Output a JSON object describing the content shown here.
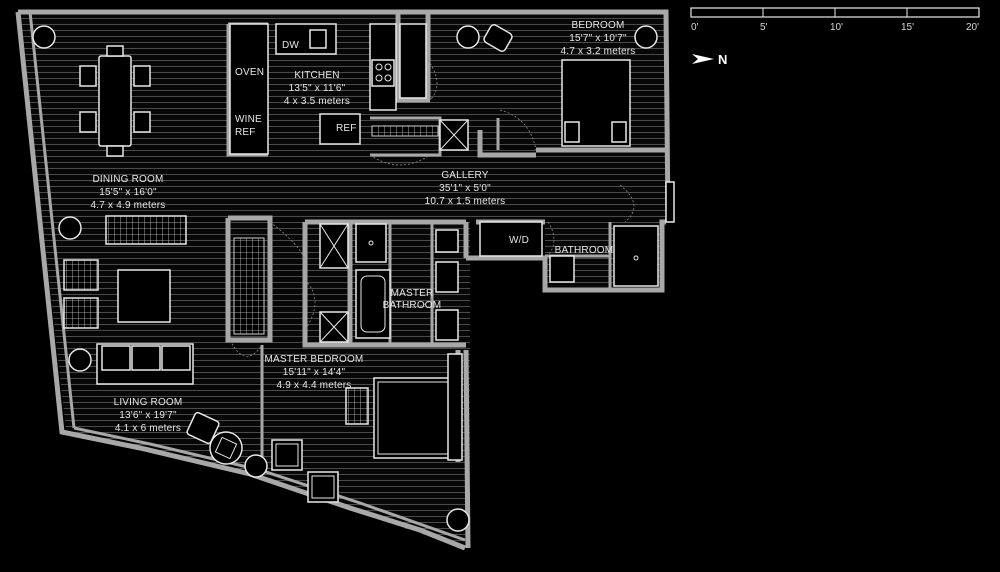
{
  "rooms": {
    "bedroom": {
      "name": "BEDROOM",
      "imperial": "15'7\" x 10'7\"",
      "metric": "4.7 x 3.2 meters"
    },
    "kitchen": {
      "name": "KITCHEN",
      "imperial": "13'5\" x 11'6\"",
      "metric": "4 x 3.5 meters"
    },
    "dining": {
      "name": "DINING ROOM",
      "imperial": "15'5\" x 16'0\"",
      "metric": "4.7 x 4.9 meters"
    },
    "gallery": {
      "name": "GALLERY",
      "imperial": "35'1\" x 5'0\"",
      "metric": "10.7 x 1.5 meters"
    },
    "master_bath": {
      "line1": "MASTER",
      "line2": "BATHROOM"
    },
    "bathroom": {
      "name": "BATHROOM"
    },
    "master_bedroom": {
      "name": "MASTER BEDROOM",
      "imperial": "15'11\" x 14'4\"",
      "metric": "4.9 x 4.4 meters"
    },
    "living": {
      "name": "LIVING ROOM",
      "imperial": "13'6\" x 19'7\"",
      "metric": "4.1 x 6 meters"
    }
  },
  "fixtures": {
    "dw": "DW",
    "oven": "OVEN",
    "wine_ref_1": "WINE",
    "wine_ref_2": "REF",
    "ref": "REF",
    "wd": "W/D"
  },
  "scale_bar": {
    "ticks": [
      "0'",
      "5'",
      "10'",
      "15'",
      "20'"
    ]
  },
  "north": {
    "label": "N"
  }
}
